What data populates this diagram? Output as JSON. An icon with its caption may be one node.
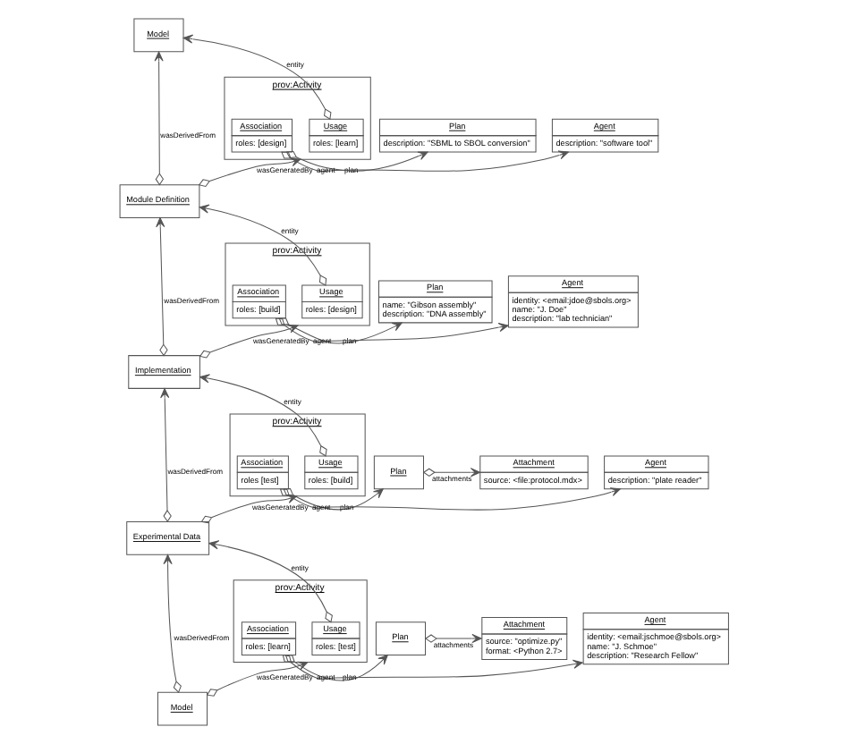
{
  "diagram": {
    "nodes": [
      {
        "text": [
          "Model"
        ]
      },
      {
        "text": [
          "Module Definition"
        ]
      },
      {
        "text": [
          "Implementation"
        ]
      },
      {
        "text": [
          "Experimental Data"
        ]
      },
      {
        "text": [
          "Model"
        ]
      },
      {
        "text": [
          "prov:Activity"
        ]
      },
      {
        "text": [
          "Usage",
          "roles: [learn]"
        ],
        "in": 5
      },
      {
        "text": [
          "Association",
          "roles: [design]"
        ],
        "in": 5
      },
      {
        "text": [
          "Plan",
          "description: \"SBML to SBOL conversion\""
        ]
      },
      {
        "text": [
          "Agent",
          "description: \"software tool\""
        ]
      },
      {
        "text": [
          "prov:Activity"
        ]
      },
      {
        "text": [
          "Usage",
          "roles: [design]"
        ],
        "in": 10
      },
      {
        "text": [
          "Association",
          "roles: [build]"
        ],
        "in": 10
      },
      {
        "text": [
          "Plan",
          "name: \"Gibson assembly\"",
          "description: \"DNA assembly\""
        ]
      },
      {
        "text": [
          "Agent",
          "identity: <email:jdoe@sbols.org>",
          "name: \"J. Doe\"",
          "description: \"lab technician\""
        ]
      },
      {
        "text": [
          "prov:Activity"
        ]
      },
      {
        "text": [
          "Usage",
          "roles: [build]"
        ],
        "in": 15
      },
      {
        "text": [
          "Association",
          "roles [test]"
        ],
        "in": 15
      },
      {
        "text": [
          "Plan"
        ]
      },
      {
        "text": [
          "Attachment",
          "source: <file:protocol.mdx>"
        ]
      },
      {
        "text": [
          "Agent",
          "description: \"plate reader\""
        ]
      },
      {
        "text": [
          "prov:Activity"
        ]
      },
      {
        "text": [
          "Usage",
          "roles: [test]"
        ],
        "in": 21
      },
      {
        "text": [
          "Association",
          "roles: [learn]"
        ],
        "in": 21
      },
      {
        "text": [
          "Plan"
        ]
      },
      {
        "text": [
          "Attachment",
          "source: \"optimize.py\"",
          "format: <Python 2.7>"
        ]
      },
      {
        "text": [
          "Agent",
          "identity: <email:jschmoe@sbols.org>",
          "name: \"J. Schmoe\"",
          "description: \"Research Fellow\""
        ]
      }
    ],
    "edges": [
      {
        "from": 1,
        "to": 0,
        "arrow": "to",
        "label": "wasDerivedFrom"
      },
      {
        "from": 2,
        "to": 1,
        "arrow": "to",
        "label": "wasDerivedFrom"
      },
      {
        "from": 3,
        "to": 2,
        "arrow": "to",
        "label": "wasDerivedFrom"
      },
      {
        "from": 4,
        "to": 3,
        "arrow": "to",
        "label": "wasDerivedFrom"
      },
      {
        "from": 6,
        "to": 0,
        "arrow": "to",
        "label": "entity"
      },
      {
        "from": 1,
        "to": 5,
        "arrow": "to",
        "label": "wasGeneratedBy"
      },
      {
        "from": 7,
        "to": 8,
        "arrow": "to",
        "label": "plan"
      },
      {
        "from": 7,
        "to": 9,
        "arrow": "to",
        "label": "agent"
      },
      {
        "from": 11,
        "to": 1,
        "arrow": "to",
        "label": "entity"
      },
      {
        "from": 2,
        "to": 10,
        "arrow": "to",
        "label": "wasGeneratedBy"
      },
      {
        "from": 12,
        "to": 13,
        "arrow": "to",
        "label": "plan"
      },
      {
        "from": 12,
        "to": 14,
        "arrow": "to",
        "label": "agent"
      },
      {
        "from": 16,
        "to": 2,
        "arrow": "to",
        "label": "entity"
      },
      {
        "from": 3,
        "to": 15,
        "arrow": "to",
        "label": "wasGeneratedBy"
      },
      {
        "from": 17,
        "to": 18,
        "arrow": "to",
        "label": "plan"
      },
      {
        "from": 18,
        "to": 19,
        "arrow": "to",
        "label": "attachments"
      },
      {
        "from": 17,
        "to": 20,
        "arrow": "to",
        "label": "agent"
      },
      {
        "from": 22,
        "to": 3,
        "arrow": "to",
        "label": "entity"
      },
      {
        "from": 4,
        "to": 21,
        "arrow": "to",
        "label": "wasGeneratedBy"
      },
      {
        "from": 23,
        "to": 24,
        "arrow": "to",
        "label": "plan"
      },
      {
        "from": 24,
        "to": 25,
        "arrow": "to",
        "label": "attachments"
      },
      {
        "from": 23,
        "to": 26,
        "arrow": "to",
        "label": "agent"
      }
    ]
  }
}
